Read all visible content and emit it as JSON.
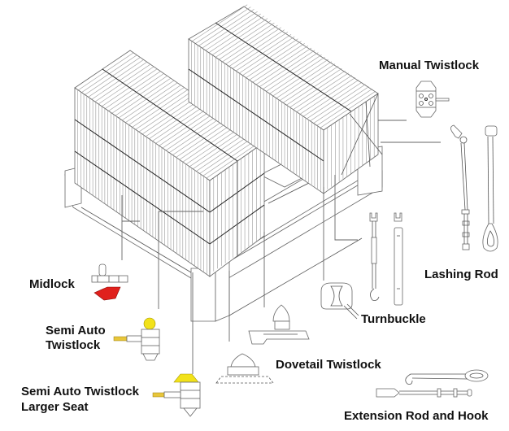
{
  "diagram": {
    "subject": "Container lashing equipment",
    "labels": {
      "manual_twistlock": "Manual Twistlock",
      "lashing_rod": "Lashing Rod",
      "midlock": "Midlock",
      "turnbuckle": "Turnbuckle",
      "semi_auto_twistlock_line1": "Semi Auto",
      "semi_auto_twistlock_line2": "Twistlock",
      "dovetail_twistlock": "Dovetail Twistlock",
      "semi_auto_larger_seat_line1": "Semi Auto Twistlock",
      "semi_auto_larger_seat_line2": "Larger Seat",
      "extension_rod_and_hook": "Extension Rod and Hook"
    },
    "colors": {
      "midlock_accent": "#e0201c",
      "semi_auto_accent": "#f2e21a",
      "line_art": "#555555",
      "label_text": "#111111"
    }
  }
}
